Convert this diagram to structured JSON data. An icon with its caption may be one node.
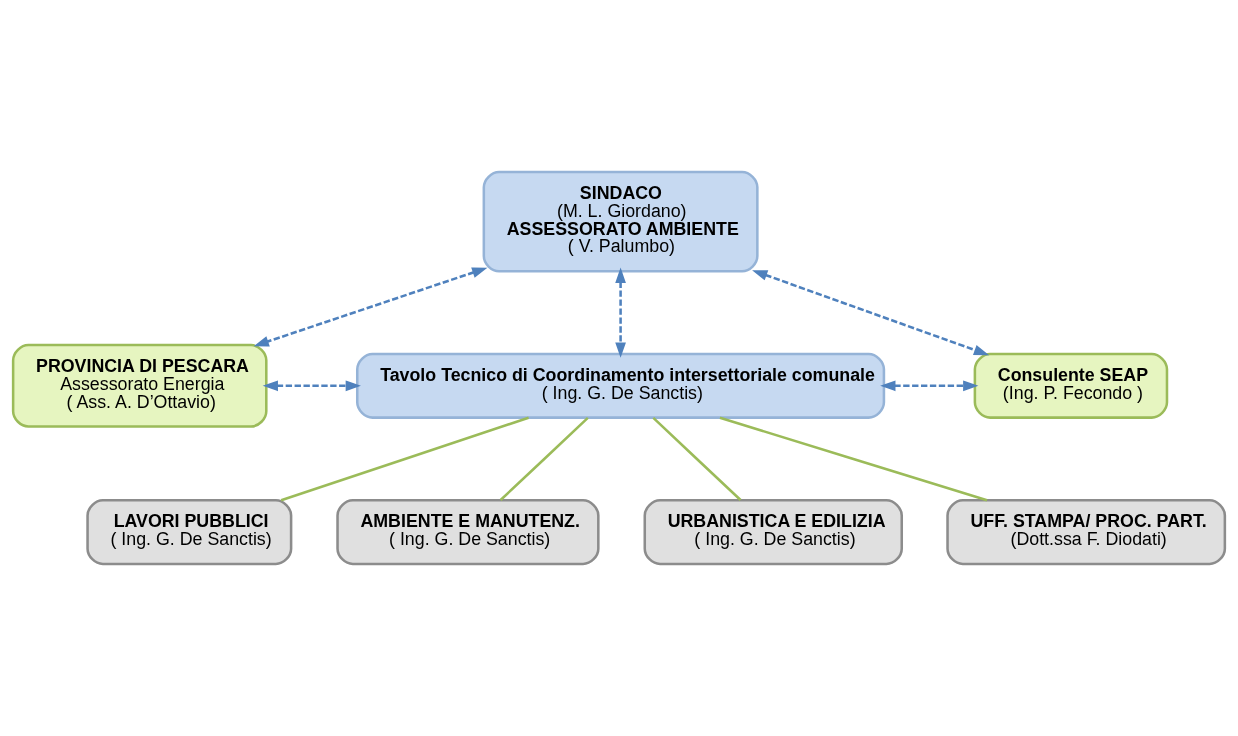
{
  "diagram": {
    "nodes": [
      {
        "text": [
          "SINDACO",
          "(M. L. Giordano)",
          "ASSESSORATO AMBIENTE",
          "( V. Palumbo)"
        ]
      },
      {
        "text": [
          "PROVINCIA DI PESCARA",
          "Assessorato Energia",
          "( Ass. A. D’Ottavio)"
        ]
      },
      {
        "text": [
          "Tavolo Tecnico di Coordinamento intersettoriale comunale",
          "( Ing. G. De Sanctis)"
        ]
      },
      {
        "text": [
          "Consulente SEAP",
          "(Ing. P. Fecondo )"
        ]
      },
      {
        "text": [
          "LAVORI PUBBLICI",
          "( Ing. G. De Sanctis)"
        ]
      },
      {
        "text": [
          "AMBIENTE E MANUTENZ.",
          "( Ing. G. De Sanctis)"
        ]
      },
      {
        "text": [
          "URBANISTICA E EDILIZIA",
          "( Ing. G. De Sanctis)"
        ]
      },
      {
        "text": [
          "UFF. STAMPA/ PROC. PART.",
          "(Dott.ssa F. Diodati)"
        ]
      }
    ],
    "edges": [
      {
        "from": 0,
        "to": 1,
        "arrow": "both",
        "style": "dashed"
      },
      {
        "from": 0,
        "to": 2,
        "arrow": "both",
        "style": "dashed"
      },
      {
        "from": 0,
        "to": 3,
        "arrow": "both",
        "style": "dashed"
      },
      {
        "from": 1,
        "to": 2,
        "arrow": "both",
        "style": "dashed"
      },
      {
        "from": 2,
        "to": 3,
        "arrow": "both",
        "style": "dashed"
      },
      {
        "from": 2,
        "to": 4,
        "arrow": "none",
        "color": "#9bbb59"
      },
      {
        "from": 2,
        "to": 5,
        "arrow": "none",
        "color": "#9bbb59"
      },
      {
        "from": 2,
        "to": 6,
        "arrow": "none",
        "color": "#9bbb59"
      },
      {
        "from": 2,
        "to": 7,
        "arrow": "none",
        "color": "#9bbb59"
      }
    ]
  }
}
